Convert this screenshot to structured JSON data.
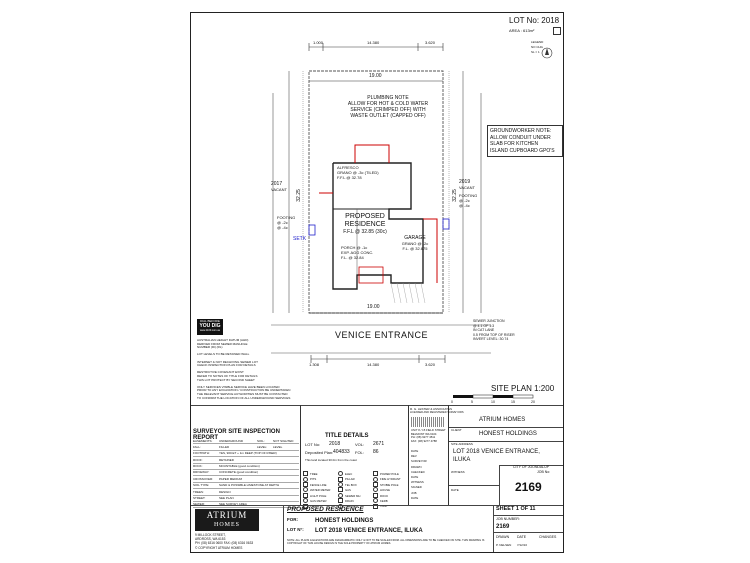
{
  "header": {
    "lot_no": "LOT No: 2018",
    "area": "AREA : 613m²",
    "legend": [
      "LEGEND",
      "NO CHG",
      "SL = 1"
    ]
  },
  "plan": {
    "dims_top": [
      "1.000",
      "14.380",
      "3.620"
    ],
    "dims_bottom": [
      "1.308",
      "14.380",
      "3.620"
    ],
    "frontage_top": "19.00",
    "frontage_bottom": "19.00",
    "side_left": "32.25",
    "side_right": "32.25",
    "plumbing_note": [
      "PLUMBING NOTE",
      "ALLOW FOR HOT & COLD WATER",
      "SERVICE (CRIMPED OFF) WITH",
      "WASTE OUTLET (CAPPED OFF)"
    ],
    "groundworker_note": [
      "GROUNDWORKER NOTE:",
      "ALLOW CONDUIT UNDER",
      "SLAB FOR KITCHEN",
      "ISLAND CUPBOARD GPO'S"
    ],
    "alfresco": [
      "ALFRESCO",
      "GRANO @ -3c (TILED)",
      "F.F.L @ 32.78"
    ],
    "residence": [
      "PROPOSED",
      "RESIDENCE",
      "F.F.L @ 32.85 (30c)"
    ],
    "porch": [
      "PORCH @ -1c",
      "EXP. AGG CONC.",
      "F.L. @ 32.84"
    ],
    "garage": [
      "GARAGE",
      "GRANO @ -2c",
      "F.L. @ 32.675"
    ],
    "lot_left": [
      "2017",
      "VACANT"
    ],
    "lot_right": [
      "2019",
      "VACANT"
    ],
    "footing_left": [
      "FOOTING",
      "@ -2c",
      "@ -4c"
    ],
    "footing_right": [
      "FOOTING",
      "@ -2c",
      "@ -4c"
    ],
    "setk": "SETK",
    "sewer_note": [
      "SEWER JUNCTION",
      "@ 4.1 OF 1:3",
      "IN CAT LANE",
      "0.5 FROM TOP OF RISER",
      "INVERT LEVEL: 30.74"
    ],
    "street_name": "VENICE ENTRANCE",
    "site_plan_title": "SITE PLAN  1:200",
    "scale_ticks": [
      "0",
      "5",
      "10",
      "15",
      "20"
    ],
    "dybd_logo": [
      "DIAL BEFORE",
      "YOU DIG",
      "www.1100.com.au"
    ],
    "notes_left": [
      "AUSTRALIAN HEIGHT DATUM (AHD)",
      "DERIVED FROM SEWER MANHOLE",
      "NUMBER (ID) (RL)",
      "",
      "LOT LEVELS TO BE RETAINED WALL",
      "",
      "INTERNET & NOT RECHIVING SEWER LOT",
      "CHECK INSPECTION PLAN FOR DETAILS",
      "",
      "RESTRICTIVE COVENANT EXIST",
      "REFER TO NOTES OF TITLE FOR DETAILS",
      "THIS LOT PROTECT BY SECOND SHEET",
      "",
      "ONLY SERVICES VISIBLE SERVICE HAVE BEEN LOCATED",
      "PRIOR TO ANY EXCAVATION / CONSTRUCTION BE UNDERTAKEN",
      "THE RELEVANT SERVICE AUTHORITIES MUST BE CONTACTED",
      "TO CONFIRM THE LOCATION OF ALL UNDERGROUND SERVICES"
    ]
  },
  "survey_report": {
    "title": "SURVEYOR SITE INSPECTION REPORT",
    "rows": [
      [
        "EASEMENTS:",
        "UNDERGROUND",
        "SOIL:",
        "NOT SIGHTED"
      ],
      [
        "FALL:",
        "FILLED",
        "LEVEL:",
        "LEVEL"
      ],
      [
        "FOOTPATH:",
        "YES, 900.ET + 1m DEEP (TOP OF RISER)",
        "",
        ""
      ],
      [
        "ROOF:",
        "RETAINED",
        "",
        ""
      ],
      [
        "ROCK:",
        "MOUNTABLE (good condition)",
        "",
        ""
      ],
      [
        "DRIVEWAY:",
        "CONCRETE (good condition)",
        "",
        ""
      ],
      [
        "CROSSOVER:",
        "PAPER MEDIUM",
        "",
        ""
      ],
      [
        "SOIL TYPE:",
        "SAND & POSSIBLE LIMESTONE AT DEPTH",
        "",
        ""
      ],
      [
        "TREES:",
        "DESIGN",
        "",
        ""
      ],
      [
        "STREET:",
        "SEE PLAN",
        "",
        ""
      ],
      [
        "SEWER:",
        "SEE SURVEY AREA",
        "",
        ""
      ]
    ]
  },
  "title_details": {
    "title": "TITLE  DETAILS",
    "lot_no_label": "LOT No:",
    "lot_no": "2018",
    "vol_label": "VOL:",
    "vol": "2671",
    "dp_label": "Deposited Plan:",
    "dp": "404833",
    "folio_label": "FOL:",
    "folio": "86",
    "fine_print": "This land located 30.0m from the coast",
    "legend_items": [
      "TREE",
      "ELEC",
      "POWER POLE",
      "PITS",
      "PILLAR",
      "FIRE HYDRANT",
      "FENCE LINE",
      "TEL BOX",
      "STOBIE POLE",
      "WATER METER",
      "GAS",
      "HOUSE",
      "LIGHT POLE",
      "SEWER MH",
      "ROCK",
      "GAS METER",
      "DRAIN",
      "KERB",
      "PIPE",
      "YELLOW",
      "TANK"
    ]
  },
  "surveyor": {
    "name": "R. G. LESTER & ASSOCIATES",
    "subtitle": "LICENSED AND REGISTERED SURVEYORS",
    "address": [
      "UNIT 8 / 15 FIELD STREET",
      "BELMONT WA 6104",
      "PH: (08) 9277 4511",
      "FAX: (08) 9277 4788"
    ],
    "labels": [
      "DATE",
      "REV",
      "SURVEYOR",
      "DRAWN",
      "CHECKED",
      "DATE",
      "WITNESS",
      "SIGNED",
      "JOB",
      "DATE"
    ]
  },
  "client_block": {
    "company": "ATRIUM  HOMES",
    "client_label": "CLIENT",
    "client": "HONEST HOLDINGS",
    "site_label": "SITE ADDRESS",
    "site": "LOT 2018 VENICE ENTRANCE,",
    "site2": "ILUKA",
    "council": "CITY OF JOONDALUP",
    "job_label": "JOB No:",
    "job_no": "2169",
    "witness_label": "WITNESS",
    "date_label": "DATE"
  },
  "footer": {
    "logo_top": "ATRIUM",
    "logo_bottom": "HOMES",
    "address": [
      "9 MILLOCK STREET,",
      "ARDROSS, WA 6153",
      "PH: (08) 6316 0600   FAX: (08) 6316 0633",
      "© COPYRIGHT ATRIUM HOMES"
    ],
    "proposed": "PROPOSED RESIDENCE",
    "for_label": "FOR:",
    "for_value": "HONEST HOLDINGS",
    "lot_label": "LOT N°:",
    "lot_value": "LOT 2018 VENICE ENTRANCE, ILUKA",
    "sheet": "SHEET 1 OF 11",
    "job_label": "JOB NUMBER:",
    "job_value": "2169",
    "drawn_label": "DRAWN",
    "date_label": "DATE",
    "changes_label": "CHANGES",
    "drawn_by": "P. NELSEN",
    "drawn_date": "7/12/10",
    "disclaimer": "NOTE: ALL PLANS & ELEVATIONS ARE DIAGRAMMATIC ONLY & NOT TO BE SCALED FROM. ALL DIMENSIONS ARE TO BE CHECKED ON SITE. THIS DRAWING IS COPYRIGHT OF THIS HOUSE DESIGN IS THE SOLE PROPERTY OF ATRIUM HOMES."
  }
}
